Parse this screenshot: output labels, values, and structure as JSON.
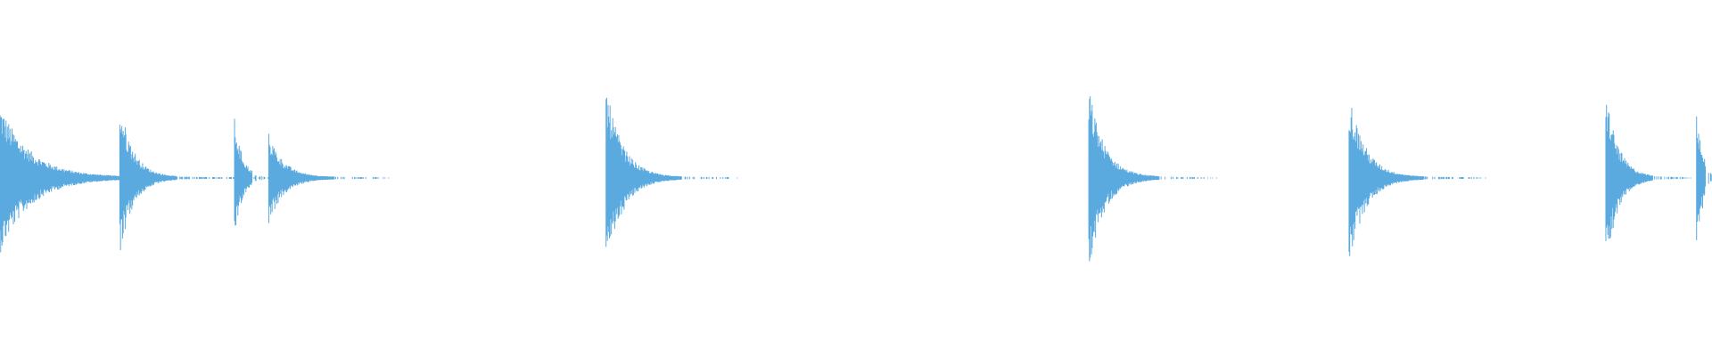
{
  "waveform": {
    "color": "#5aaae0",
    "background": "#ffffff",
    "time_range_s": [
      0,
      10.0
    ],
    "transients": [
      {
        "onset_s": 0.0,
        "peak_up": 0.8,
        "peak_down": 0.82,
        "decay_s": 1.8
      },
      {
        "onset_s": 0.7,
        "peak_up": 0.82,
        "peak_down": 0.83,
        "decay_s": 0.6
      },
      {
        "onset_s": 1.37,
        "peak_up": 0.65,
        "peak_down": 0.65,
        "decay_s": 0.19
      },
      {
        "onset_s": 1.57,
        "peak_up": 0.48,
        "peak_down": 0.5,
        "decay_s": 0.7
      },
      {
        "onset_s": 3.54,
        "peak_up": 1.0,
        "peak_down": 1.02,
        "decay_s": 0.8
      },
      {
        "onset_s": 6.36,
        "peak_up": 0.99,
        "peak_down": 1.0,
        "decay_s": 0.75
      },
      {
        "onset_s": 7.88,
        "peak_up": 0.93,
        "peak_down": 0.94,
        "decay_s": 0.8
      },
      {
        "onset_s": 9.38,
        "peak_up": 0.97,
        "peak_down": 0.98,
        "decay_s": 0.5
      },
      {
        "onset_s": 9.91,
        "peak_up": 0.79,
        "peak_down": 0.8,
        "decay_s": 0.3
      }
    ]
  }
}
